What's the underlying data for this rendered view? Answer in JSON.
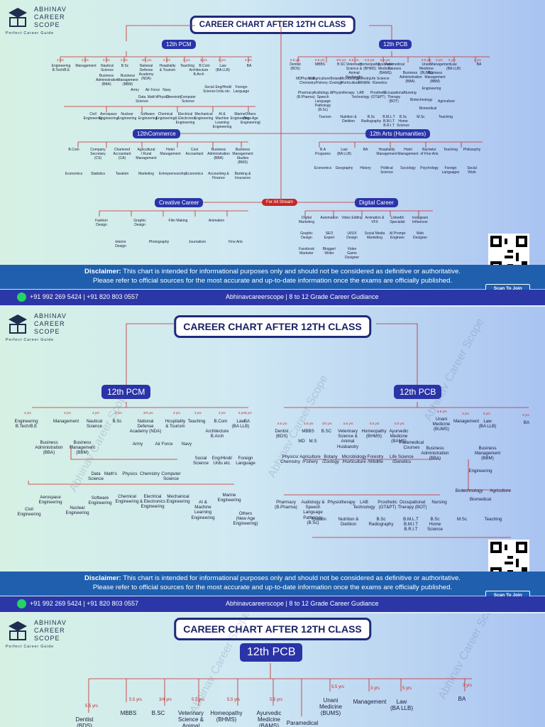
{
  "brand": {
    "name": "ABHINAV\nCAREER\nSCOPE",
    "tagline": "Perfect Career Guide"
  },
  "title": "CAREER CHART AFTER 12TH CLASS",
  "streams": {
    "pcm": "12th PCM",
    "pcb": "12th PCB",
    "commerce": "12thCommerce",
    "arts": "12th Arts (Humanities)",
    "creative": "Creative Career",
    "all": "For All Stream",
    "digital": "Digital Career"
  },
  "watermark": "Abhinav Career Scope",
  "disclaimer": {
    "bold": "Disclaimer:",
    "line1": " This chart is intended for informational purposes only and should not be considered as definitive or authoritative.",
    "line2": "Please refer to official sources for the most accurate and up-to-date information once the exams are officially published."
  },
  "footer": {
    "phone": "+91 992 269 5424 | +91 820 803 0557",
    "site": "Abhinavcareerscope | 8 to 12 Grade Career Gudiance"
  },
  "qr_label": "Scan To Join\nWhatsApp Group",
  "pcm": {
    "top": [
      {
        "label": "Engineering\nB.Tech/B.E",
        "yrs": "4 yrs"
      },
      {
        "label": "Management",
        "yrs": "3 yrs"
      },
      {
        "label": "Nautical\nScience",
        "yrs": "3 yrs"
      },
      {
        "label": "B.Sc",
        "yrs": "3 yrs"
      },
      {
        "label": "National Defense\nAcademy (NDA)",
        "yrs": "3/4 yrs"
      },
      {
        "label": "Hospitality\n& Tourism",
        "yrs": "3 yrs"
      },
      {
        "label": "Teaching",
        "yrs": "3 yrs"
      },
      {
        "label": "B.Com",
        "yrs": "3 yrs"
      },
      {
        "label": "Law\n(BA LLB)",
        "yrs": "5 yrs"
      },
      {
        "label": "BA",
        "yrs": "3 yrs"
      }
    ],
    "mid": [
      "Business\nAdministration\n(BBA)",
      "Business\nManagement\n(BBM)",
      "Army",
      "Air Force",
      "Navy",
      "Architecture\nB.Arch",
      "Social\nScience",
      "Eng/Hindi/\nUrdu etc.",
      "Foreign\nLanguage",
      "Data\nScience",
      "Math's",
      "Physics",
      "Chemistry",
      "Computer\nScience"
    ],
    "eng": [
      "Civil\nEngineering",
      "Aerospace\nEngineering",
      "Nuclear\nEngineering",
      "Software\nEngineering",
      "Chemical\nEngineering",
      "Electrical\n& Electronics\nEngineering",
      "Mechanical\nEngineering",
      "AI &\nMachine\nLearning\nEngineering",
      "Marine\nEngineering",
      "Others\n(New Age Engineering)"
    ]
  },
  "pcb": {
    "top": [
      {
        "label": "Dentist\n(BDS)",
        "yrs": "5.5 yrs"
      },
      {
        "label": "MBBS",
        "yrs": "5.5 yrs"
      },
      {
        "label": "B.SC",
        "yrs": "3/4 yrs"
      },
      {
        "label": "Veterinary\nScience &\nAnimal\nHusbandry",
        "yrs": "5.5 yrs"
      },
      {
        "label": "Homeopathy\n(BHMS)",
        "yrs": "5.5 yrs"
      },
      {
        "label": "Ayurvedic\nMedicine\n(BAMS)",
        "yrs": "5.5 yrs"
      },
      {
        "label": "Paramedical\nCourses",
        "yrs": ""
      },
      {
        "label": "Unani\nMedicine\n(BUMS)",
        "yrs": "5.5 yrs"
      },
      {
        "label": "Management",
        "yrs": "3 yrs"
      },
      {
        "label": "Law\n(BA LLB)",
        "yrs": "5 yrs"
      },
      {
        "label": "BA",
        "yrs": "3 yrs"
      }
    ],
    "mid": [
      "MD",
      "M.S",
      "Physics/\nChemistry",
      "Agriculture\n/Fishery",
      "Botany\n/Zoology",
      "Microbiology\n/Horticulture",
      "Forestry\n/Wildlife",
      "Life Science\n/Genetics",
      "Business\nAdministration (BBA)",
      "Business\nManagement (BBM)",
      "Engineering",
      "Biotechnology",
      "Agriculture",
      "Biomedical"
    ],
    "para": [
      "Pharmacy\n(B.Pharma)",
      "Audiology &\nSpeech\nLanguage\nPathology (B.Sc)",
      "Physiotherapy",
      "LAB\nTechnology",
      "Prosthetic\n(OT&PT)",
      "Occupational\nTherapy (BOT)",
      "Nursing"
    ],
    "bottom": [
      "Tourism",
      "Nutrition &\nDietition",
      "B.Sc\nRadiography",
      "B.M.L.T\nB.M.I.T\nB.R.I.T",
      "B.Sc\nHome\nScience",
      "M.Sc",
      "Teaching"
    ]
  },
  "commerce": [
    "B.Com",
    "Company\nSecretary\n(CS)",
    "Chartered\nAccountant\n(CA)",
    "Agricultural\n/ Rural\nManagement",
    "Hotel\nManagement",
    "Cost\nAccountant",
    "Business\nAdministration\n(BBA)",
    "Business\nManagement\nStudies (BMS)",
    "Economics",
    "Statistics",
    "Taxation",
    "Marketing",
    "Entrepreneurship",
    "Economics",
    "Accounting &\nFinance",
    "Banking &\nInsurance"
  ],
  "arts": [
    "B.A\nPrograms",
    "Law\n(BA LLB)",
    "BA",
    "Hospitality\nManagement",
    "Hotel\nManagement",
    "Bachelor\nof Fine Arts",
    "Teaching",
    "Philosophy",
    "Economics",
    "Geography",
    "History",
    "Political\nScience",
    "Sociology",
    "Psychology",
    "Foreign\nLanguages",
    "Social\nWork"
  ],
  "creative": [
    "Fashion\nDesign",
    "Interior\nDesign",
    "Graphic\nDesign",
    "Photography",
    "Film Making",
    "Journalism",
    "Animation",
    "Fine Arts"
  ],
  "digital": [
    "Digital\nMarketing",
    "Automation",
    "Video Editing",
    "Animation &\nVFX",
    "LinkedIn\nSpecialist",
    "Instagram\nInfluencer",
    "Graphic\nDesign",
    "SEO\nExpert",
    "UI/UX\nDesign",
    "Social Media\nMarketing",
    "AI Prompt\nEngineer",
    "Web\nDesigner",
    "Facebook\nMarketer",
    "Blogger/\nWriter",
    "Video\nGame Designer"
  ]
}
